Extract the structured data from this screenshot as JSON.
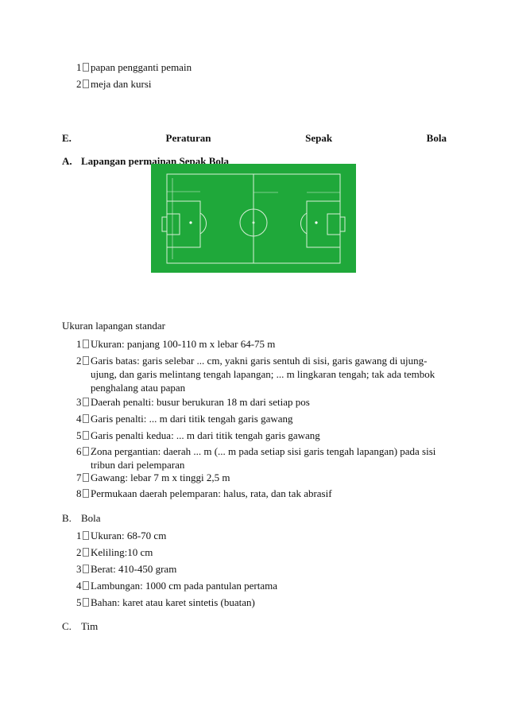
{
  "top_list": [
    {
      "num": "1",
      "text": "papan pengganti pemain"
    },
    {
      "num": "2",
      "text": "meja dan kursi"
    }
  ],
  "section_e": {
    "letter": "E.",
    "words": [
      "Peraturan",
      "Sepak",
      "Bola"
    ]
  },
  "section_a": {
    "letter": "A.",
    "title": "Lapangan permainan Sepak Bola"
  },
  "field": {
    "color": "#1fa83a",
    "line_color": "#d8efd8"
  },
  "ukuran_title": "Ukuran lapangan standar",
  "ukuran_list": [
    {
      "num": "1",
      "text": "Ukuran: panjang 100-110 m x lebar 64-75 m"
    },
    {
      "num": "2",
      "text": "Garis batas: garis selebar ... cm, yakni garis sentuh di sisi, garis gawang di ujung-ujung, dan garis melintang tengah lapangan; ... m lingkaran tengah; tak ada tembok penghalang atau papan"
    },
    {
      "num": "3",
      "text": "Daerah penalti: busur berukuran 18 m dari setiap pos"
    },
    {
      "num": "4",
      "text": "Garis penalti: ... m dari titik tengah garis gawang"
    },
    {
      "num": "5",
      "text": "Garis penalti kedua: ... m dari titik tengah garis gawang"
    },
    {
      "num": "6",
      "text": "Zona pergantian: daerah ... m (... m pada setiap sisi garis tengah lapangan) pada sisi tribun dari pelemparan"
    },
    {
      "num": "7",
      "text": "Gawang: lebar 7 m x tinggi 2,5 m"
    },
    {
      "num": "8",
      "text": "Permukaan daerah pelemparan: halus, rata, dan tak abrasif"
    }
  ],
  "section_b": {
    "letter": "B.",
    "title": "Bola"
  },
  "bola_list": [
    {
      "num": "1",
      "text": "Ukuran: 68-70 cm"
    },
    {
      "num": "2",
      "text": "Keliling:10 cm"
    },
    {
      "num": "3",
      "text": "Berat: 410-450 gram"
    },
    {
      "num": "4",
      "text": "Lambungan: 1000 cm pada pantulan pertama"
    },
    {
      "num": "5",
      "text": "Bahan: karet atau karet sintetis (buatan)"
    }
  ],
  "section_c": {
    "letter": "C.",
    "title": "Tim"
  }
}
